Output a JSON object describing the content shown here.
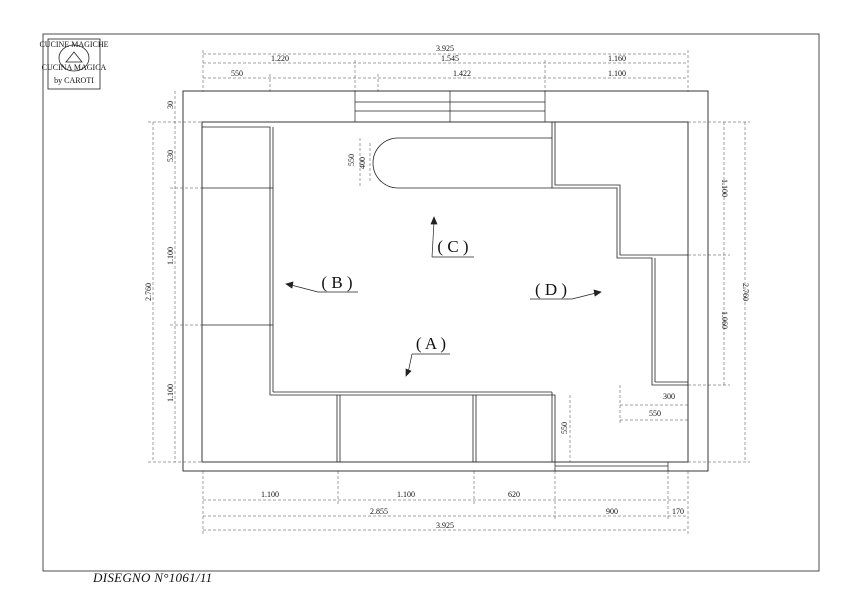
{
  "logo": {
    "top_text": "CUCINE MAGICHE",
    "bottom_text": "CUCINA MAGICA",
    "by_text": "by CAROTI"
  },
  "top_dims": {
    "overall": "3.925",
    "left_span": "1.220",
    "middle_span": "1.545",
    "right_span": "1.160",
    "left_inner": "550",
    "window": "1.422",
    "right_inner": "1.100"
  },
  "left_dims": {
    "wall": "30",
    "seg1": "530",
    "seg2": "1.100",
    "seg3": "1.100",
    "overall": "2.760"
  },
  "peninsula_dims": {
    "depth": "550",
    "width": "400"
  },
  "right_dims": {
    "upper": "1.100",
    "lower": "1.060",
    "overall": "2.760"
  },
  "inner_dims": {
    "niche_depth": "300",
    "niche_width": "550",
    "counter_depth": "550"
  },
  "bottom_dims": {
    "seg1": "1.100",
    "seg2": "1.100",
    "seg3": "620",
    "door": "900",
    "edge": "170",
    "run": "2.855",
    "overall": "3.925"
  },
  "views": {
    "a": "( A )",
    "b": "( B )",
    "c": "( C )",
    "d": "( D )"
  },
  "caption": "DISEGNO N°1061/11"
}
